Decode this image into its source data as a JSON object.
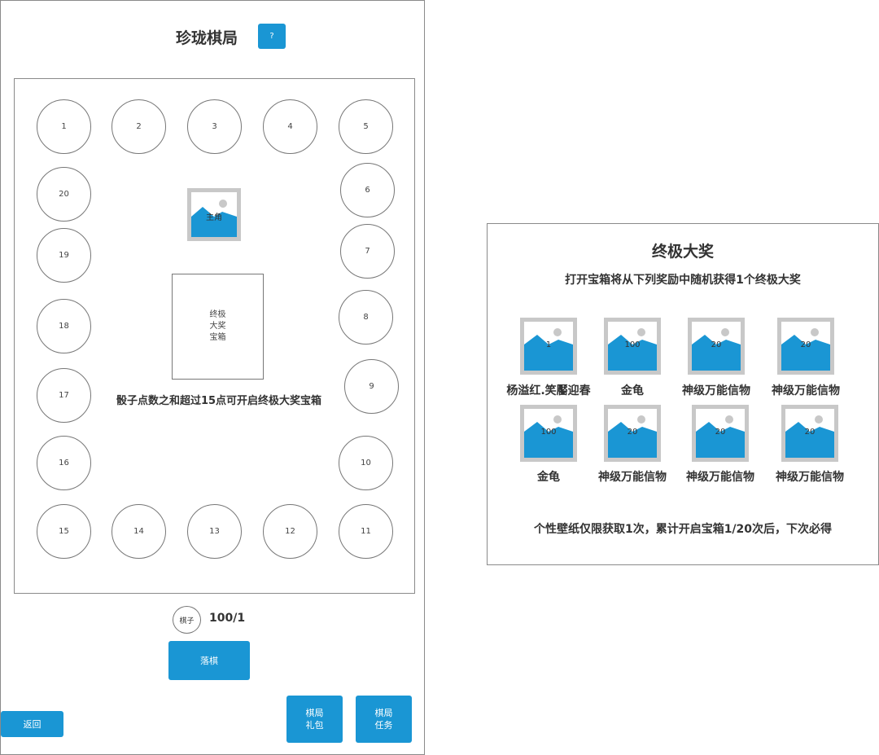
{
  "left": {
    "title": "珍珑棋局",
    "help_label": "?",
    "cells": [
      "1",
      "2",
      "3",
      "4",
      "5",
      "6",
      "7",
      "8",
      "9",
      "10",
      "11",
      "12",
      "13",
      "14",
      "15",
      "16",
      "17",
      "18",
      "19",
      "20"
    ],
    "hero_label": "主角",
    "chest_lines": [
      "终极",
      "大奖",
      "宝箱"
    ],
    "hint": "骰子点数之和超过15点可开启终极大奖宝箱",
    "piece_label": "棋子",
    "piece_count": "100/1",
    "drop_button": "落棋",
    "back_button": "返回",
    "gift_button": [
      "棋局",
      "礼包"
    ],
    "task_button": [
      "棋局",
      "任务"
    ]
  },
  "right": {
    "title": "终极大奖",
    "subtitle": "打开宝箱将从下列奖励中随机获得1个终极大奖",
    "prizes": [
      {
        "qty": "1",
        "name": "杨溢红.笑靨迎春"
      },
      {
        "qty": "100",
        "name": "金龟"
      },
      {
        "qty": "20",
        "name": "神级万能信物"
      },
      {
        "qty": "20",
        "name": "神级万能信物"
      },
      {
        "qty": "100",
        "name": "金龟"
      },
      {
        "qty": "20",
        "name": "神级万能信物"
      },
      {
        "qty": "20",
        "name": "神级万能信物"
      },
      {
        "qty": "20",
        "name": "神级万能信物"
      }
    ],
    "footer": "个性壁纸仅限获取1次，累计开启宝箱1/20次后，下次必得"
  },
  "colors": {
    "accent": "#1a96d4",
    "frame": "#c8c8c8"
  }
}
